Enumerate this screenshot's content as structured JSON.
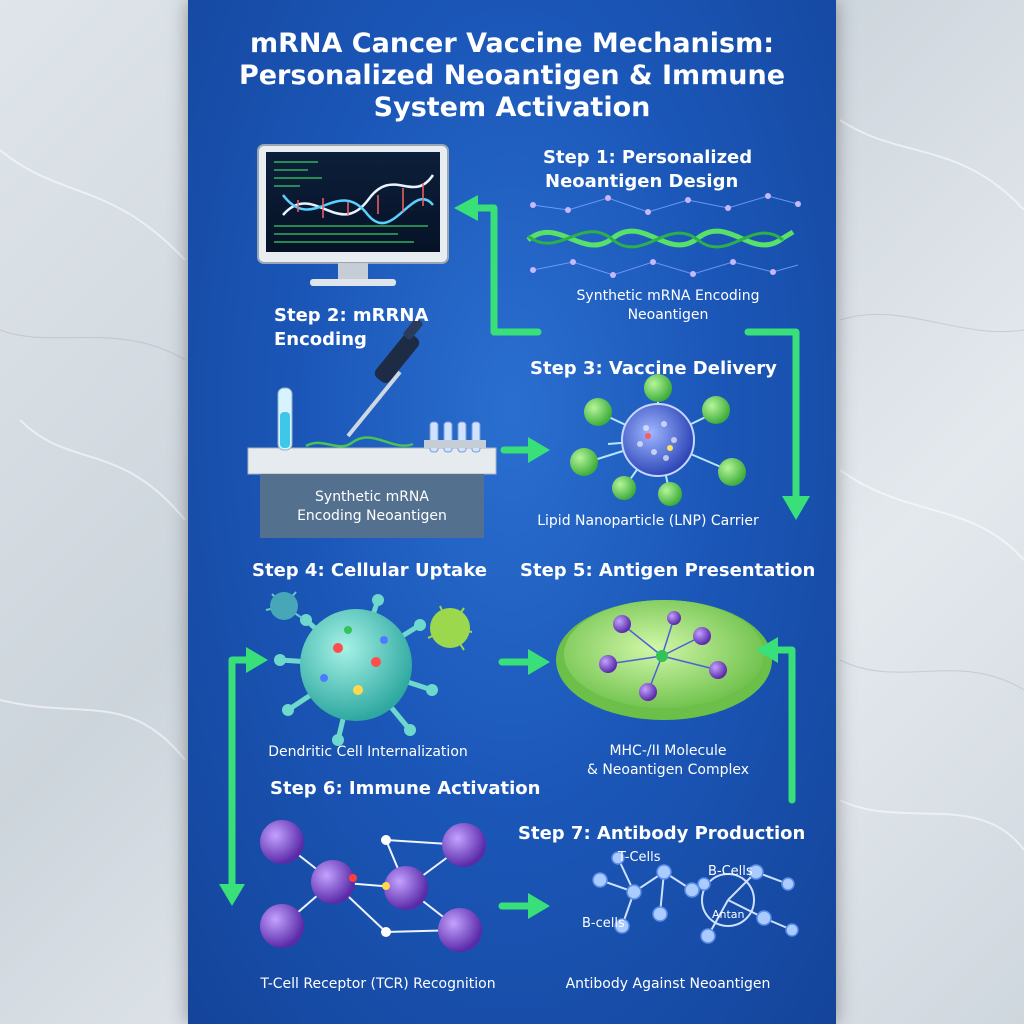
{
  "title": {
    "line1": "mRNA Cancer Vaccine Mechanism:",
    "line2": "Personalized Neoantigen & Immune",
    "line3": "System Activation"
  },
  "steps": {
    "step1": {
      "title_line1": "Step 1: Personalized",
      "title_line2": "Neoantigen Design",
      "caption_line1": "Synthetic mRNA Encoding",
      "caption_line2": "Neoantigen"
    },
    "step2": {
      "title_line1": "Step 2: mRRNA",
      "title_line2": "Encoding",
      "caption_line1": "Synthetic mRNA",
      "caption_line2": "Encoding Neoantigen"
    },
    "step3": {
      "title": "Step 3: Vaccine Delivery",
      "caption": "Lipid Nanoparticle (LNP) Carrier"
    },
    "step4": {
      "title": "Step 4: Cellular Uptake",
      "caption": "Dendritic Cell Internalization"
    },
    "step5": {
      "title": "Step 5: Antigen Presentation",
      "caption_line1": "MHC-/II Molecule",
      "caption_line2": "& Neoantigen Complex"
    },
    "step6": {
      "title": "Step 6: Immune Activation",
      "caption": "T-Cell Receptor (TCR) Recognition"
    },
    "step7": {
      "title": "Step 7: Antibody Production",
      "caption": "Antibody Against Neoantigen",
      "labels": {
        "tcells": "T-Cells",
        "bcells_right": "B-Cells",
        "bcells_left": "B-cells",
        "antigen": "Antan"
      }
    }
  },
  "colors": {
    "poster_bg": "#1b57b8",
    "arrow": "#39e07a",
    "text": "#ffffff",
    "mrna_green": "#58e06a",
    "tcell_purple": "#7a45c8",
    "lnp_green": "#6bdc5a",
    "cell_teal": "#55d0c5"
  },
  "icons": [
    "computer-monitor-icon",
    "dna-helix-icon",
    "pipette-icon",
    "test-tube-icon",
    "lipid-nanoparticle-icon",
    "dendritic-cell-icon",
    "virus-icon",
    "antigen-presenting-cell-icon",
    "t-cell-icon",
    "b-cell-network-icon",
    "arrow-icon"
  ]
}
